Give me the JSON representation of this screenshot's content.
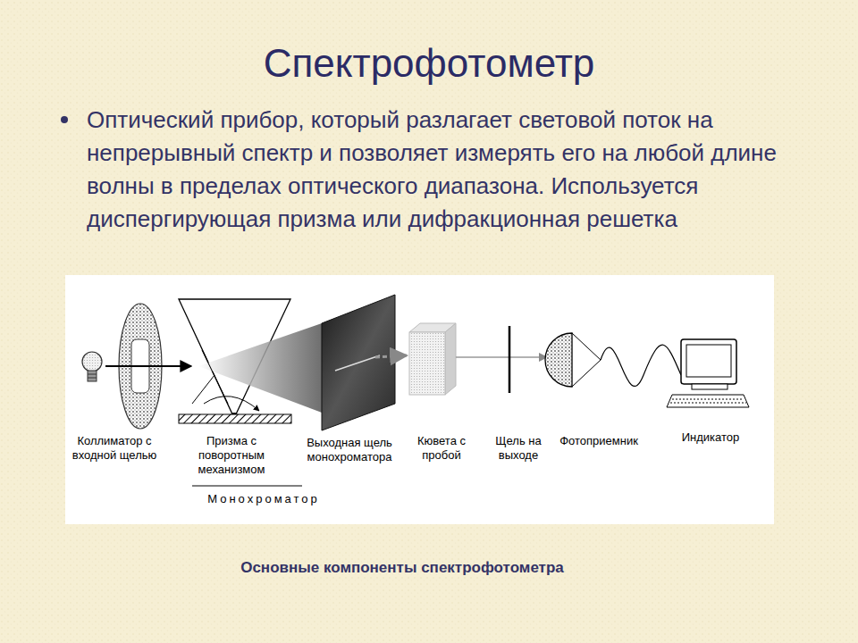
{
  "diagram": {
    "title": "Спектрофотометр",
    "caption": "Основные компоненты спектрофотометра",
    "labels": [
      "Оптический прибор, который разлагает световой поток на непрерывный спектр и позволяет измерять его на любой длине волны в пределах оптического диапазона. Используется диспергирующая призма или дифракционная решетка",
      "Коллиматор с входной щелью",
      "Призма с поворотным механизмом",
      "Выходная щель монохроматора",
      "Кювета с пробой",
      "Щель на выходе",
      "Фотоприемник",
      "Индикатор",
      "Монохроматор"
    ]
  }
}
